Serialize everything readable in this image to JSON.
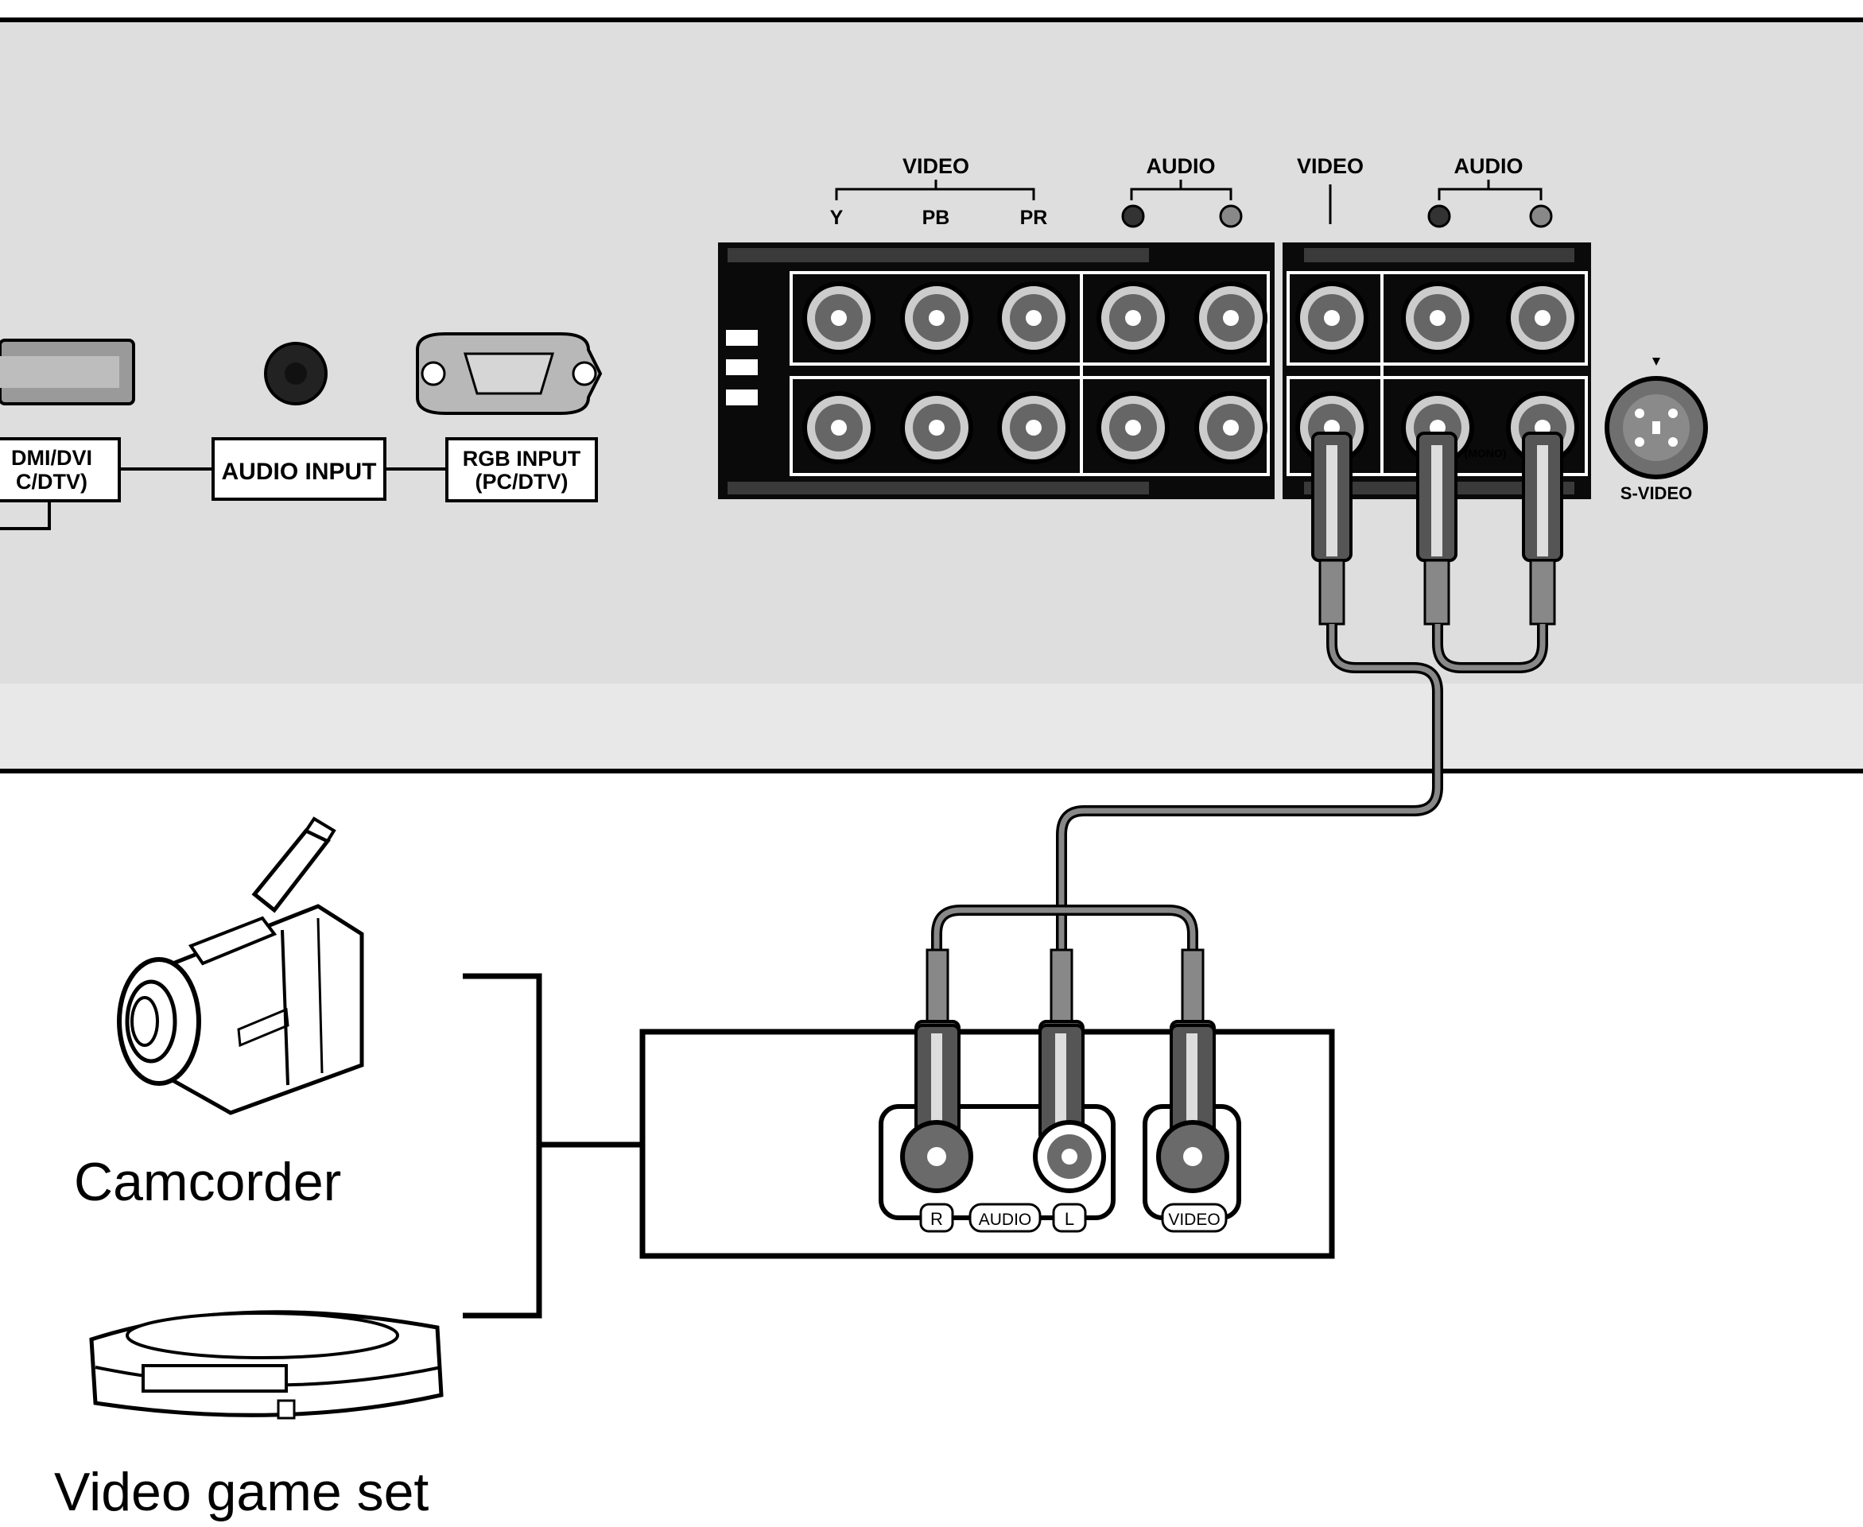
{
  "panel": {
    "labels": {
      "hdmi_dvi_line1": "DMI/DVI",
      "hdmi_dvi_line2": "C/DTV)",
      "audio_input": "AUDIO INPUT",
      "rgb_input_line1": "RGB INPUT",
      "rgb_input_line2": "(PC/DTV)",
      "video_a": "VIDEO",
      "audio_a": "AUDIO",
      "video_b": "VIDEO",
      "audio_b": "AUDIO",
      "y": "Y",
      "pb": "PB",
      "pr": "PR",
      "mono": "(MONO)",
      "s_video": "S-VIDEO"
    }
  },
  "device": {
    "labels": {
      "r": "R",
      "audio": "AUDIO",
      "l": "L",
      "video": "VIDEO"
    }
  },
  "sources": {
    "camcorder": "Camcorder",
    "video_game": "Video game set"
  },
  "colors": {
    "panel_bg": "#dcdcdc",
    "jack_block": "#0a0a0a",
    "jack_face": "#6a6a6a",
    "cable": "#777777"
  }
}
